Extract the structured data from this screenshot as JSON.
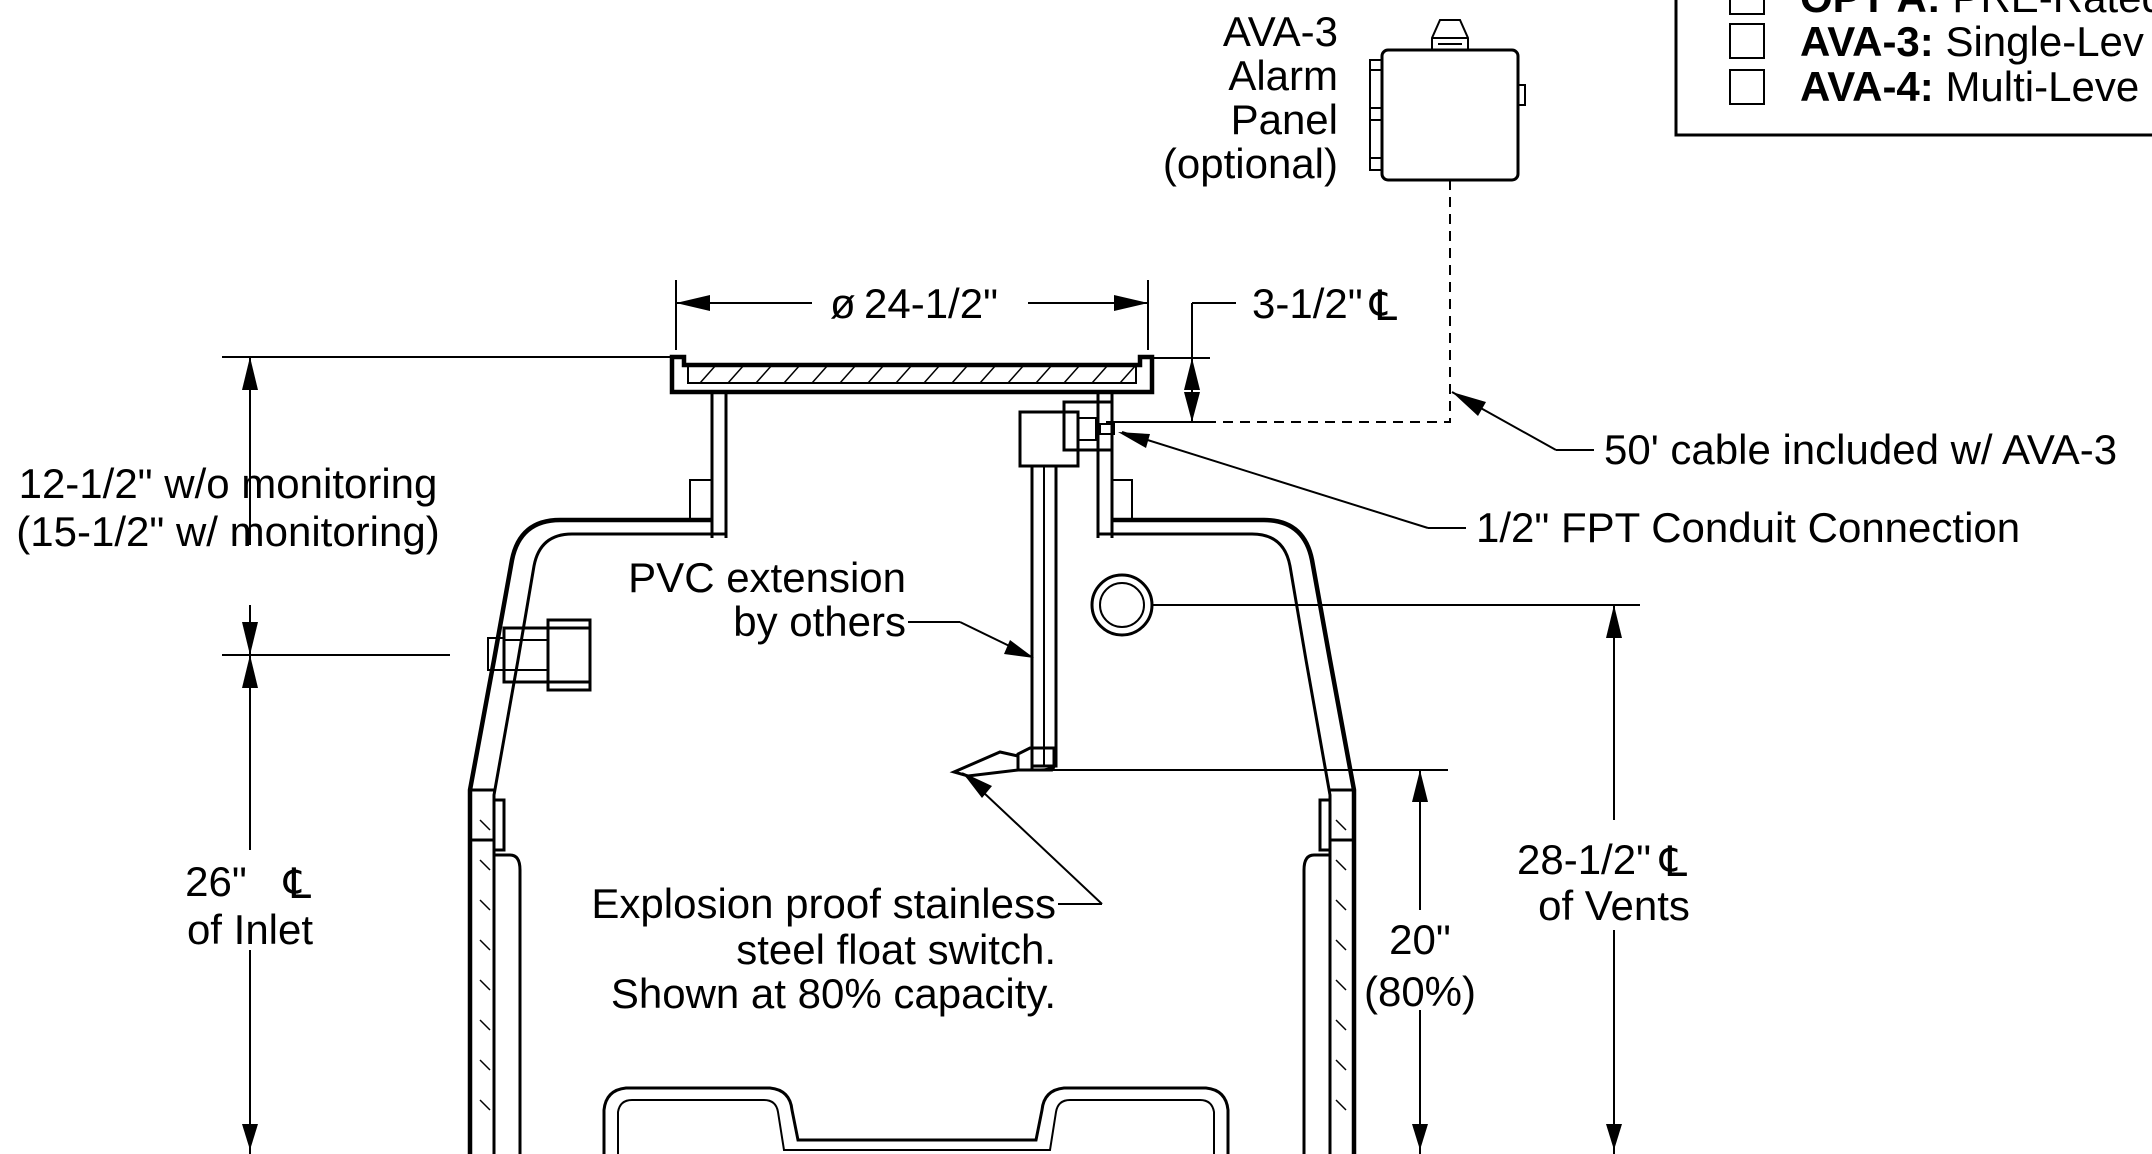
{
  "legend": {
    "items": [
      {
        "label_bold": "OPT A:",
        "label_rest": " PRE-Rated",
        "checked": false
      },
      {
        "label_bold": "AVA-3:",
        "label_rest": " Single-Lev",
        "checked": false
      },
      {
        "label_bold": "AVA-4:",
        "label_rest": " Multi-Leve",
        "checked": false
      }
    ]
  },
  "labels": {
    "alarm_panel": [
      "AVA-3",
      "Alarm",
      "Panel",
      "(optional)"
    ],
    "diameter": "24-1/2\"",
    "diameter_symbol": "ø",
    "top_offset": "3-1/2\"",
    "centerline_symbol": "℄",
    "cable": "50' cable included w/ AVA-3",
    "conduit": "1/2\" FPT Conduit Connection",
    "monitoring_height": [
      "12-1/2\" w/o monitoring",
      "(15-1/2\" w/ monitoring)"
    ],
    "pvc_extension": [
      "PVC extension",
      "by others"
    ],
    "inlet_height": [
      "26\"",
      "of Inlet"
    ],
    "float_switch": [
      "Explosion proof stainless",
      "steel float switch.",
      "Shown at 80% capacity."
    ],
    "capacity_height": [
      "20\"",
      "(80%)"
    ],
    "vents_height": [
      "28-1/2\"",
      "of Vents"
    ]
  }
}
